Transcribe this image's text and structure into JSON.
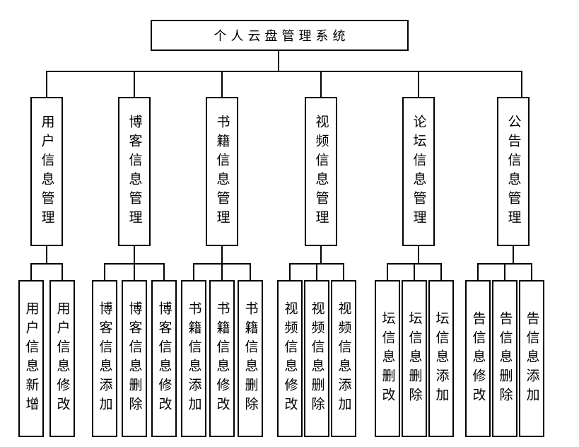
{
  "diagram": {
    "title": "个人云盘管理系统",
    "colors": {
      "line": "#000000",
      "box_border": "#000000",
      "background": "#ffffff",
      "text": "#000000"
    },
    "branches": [
      {
        "label": "用户信息管理",
        "children": [
          "用户信息新增",
          "用户信息修改"
        ]
      },
      {
        "label": "博客信息管理",
        "children": [
          "博客信息添加",
          "博客信息删除",
          "博客信息修改"
        ]
      },
      {
        "label": "书籍信息管理",
        "children": [
          "书籍信息添加",
          "书籍信息修改",
          "书籍信息删除"
        ]
      },
      {
        "label": "视频信息管理",
        "children": [
          "视频信息修改",
          "视频信息删除",
          "视频信息添加"
        ]
      },
      {
        "label": "论坛信息管理",
        "children": [
          "坛信息删改",
          "坛信息删除",
          "坛信息添加"
        ]
      },
      {
        "label": "公告信息管理",
        "children": [
          "告信息修改",
          "告信息删除",
          "告信息添加"
        ]
      }
    ]
  }
}
